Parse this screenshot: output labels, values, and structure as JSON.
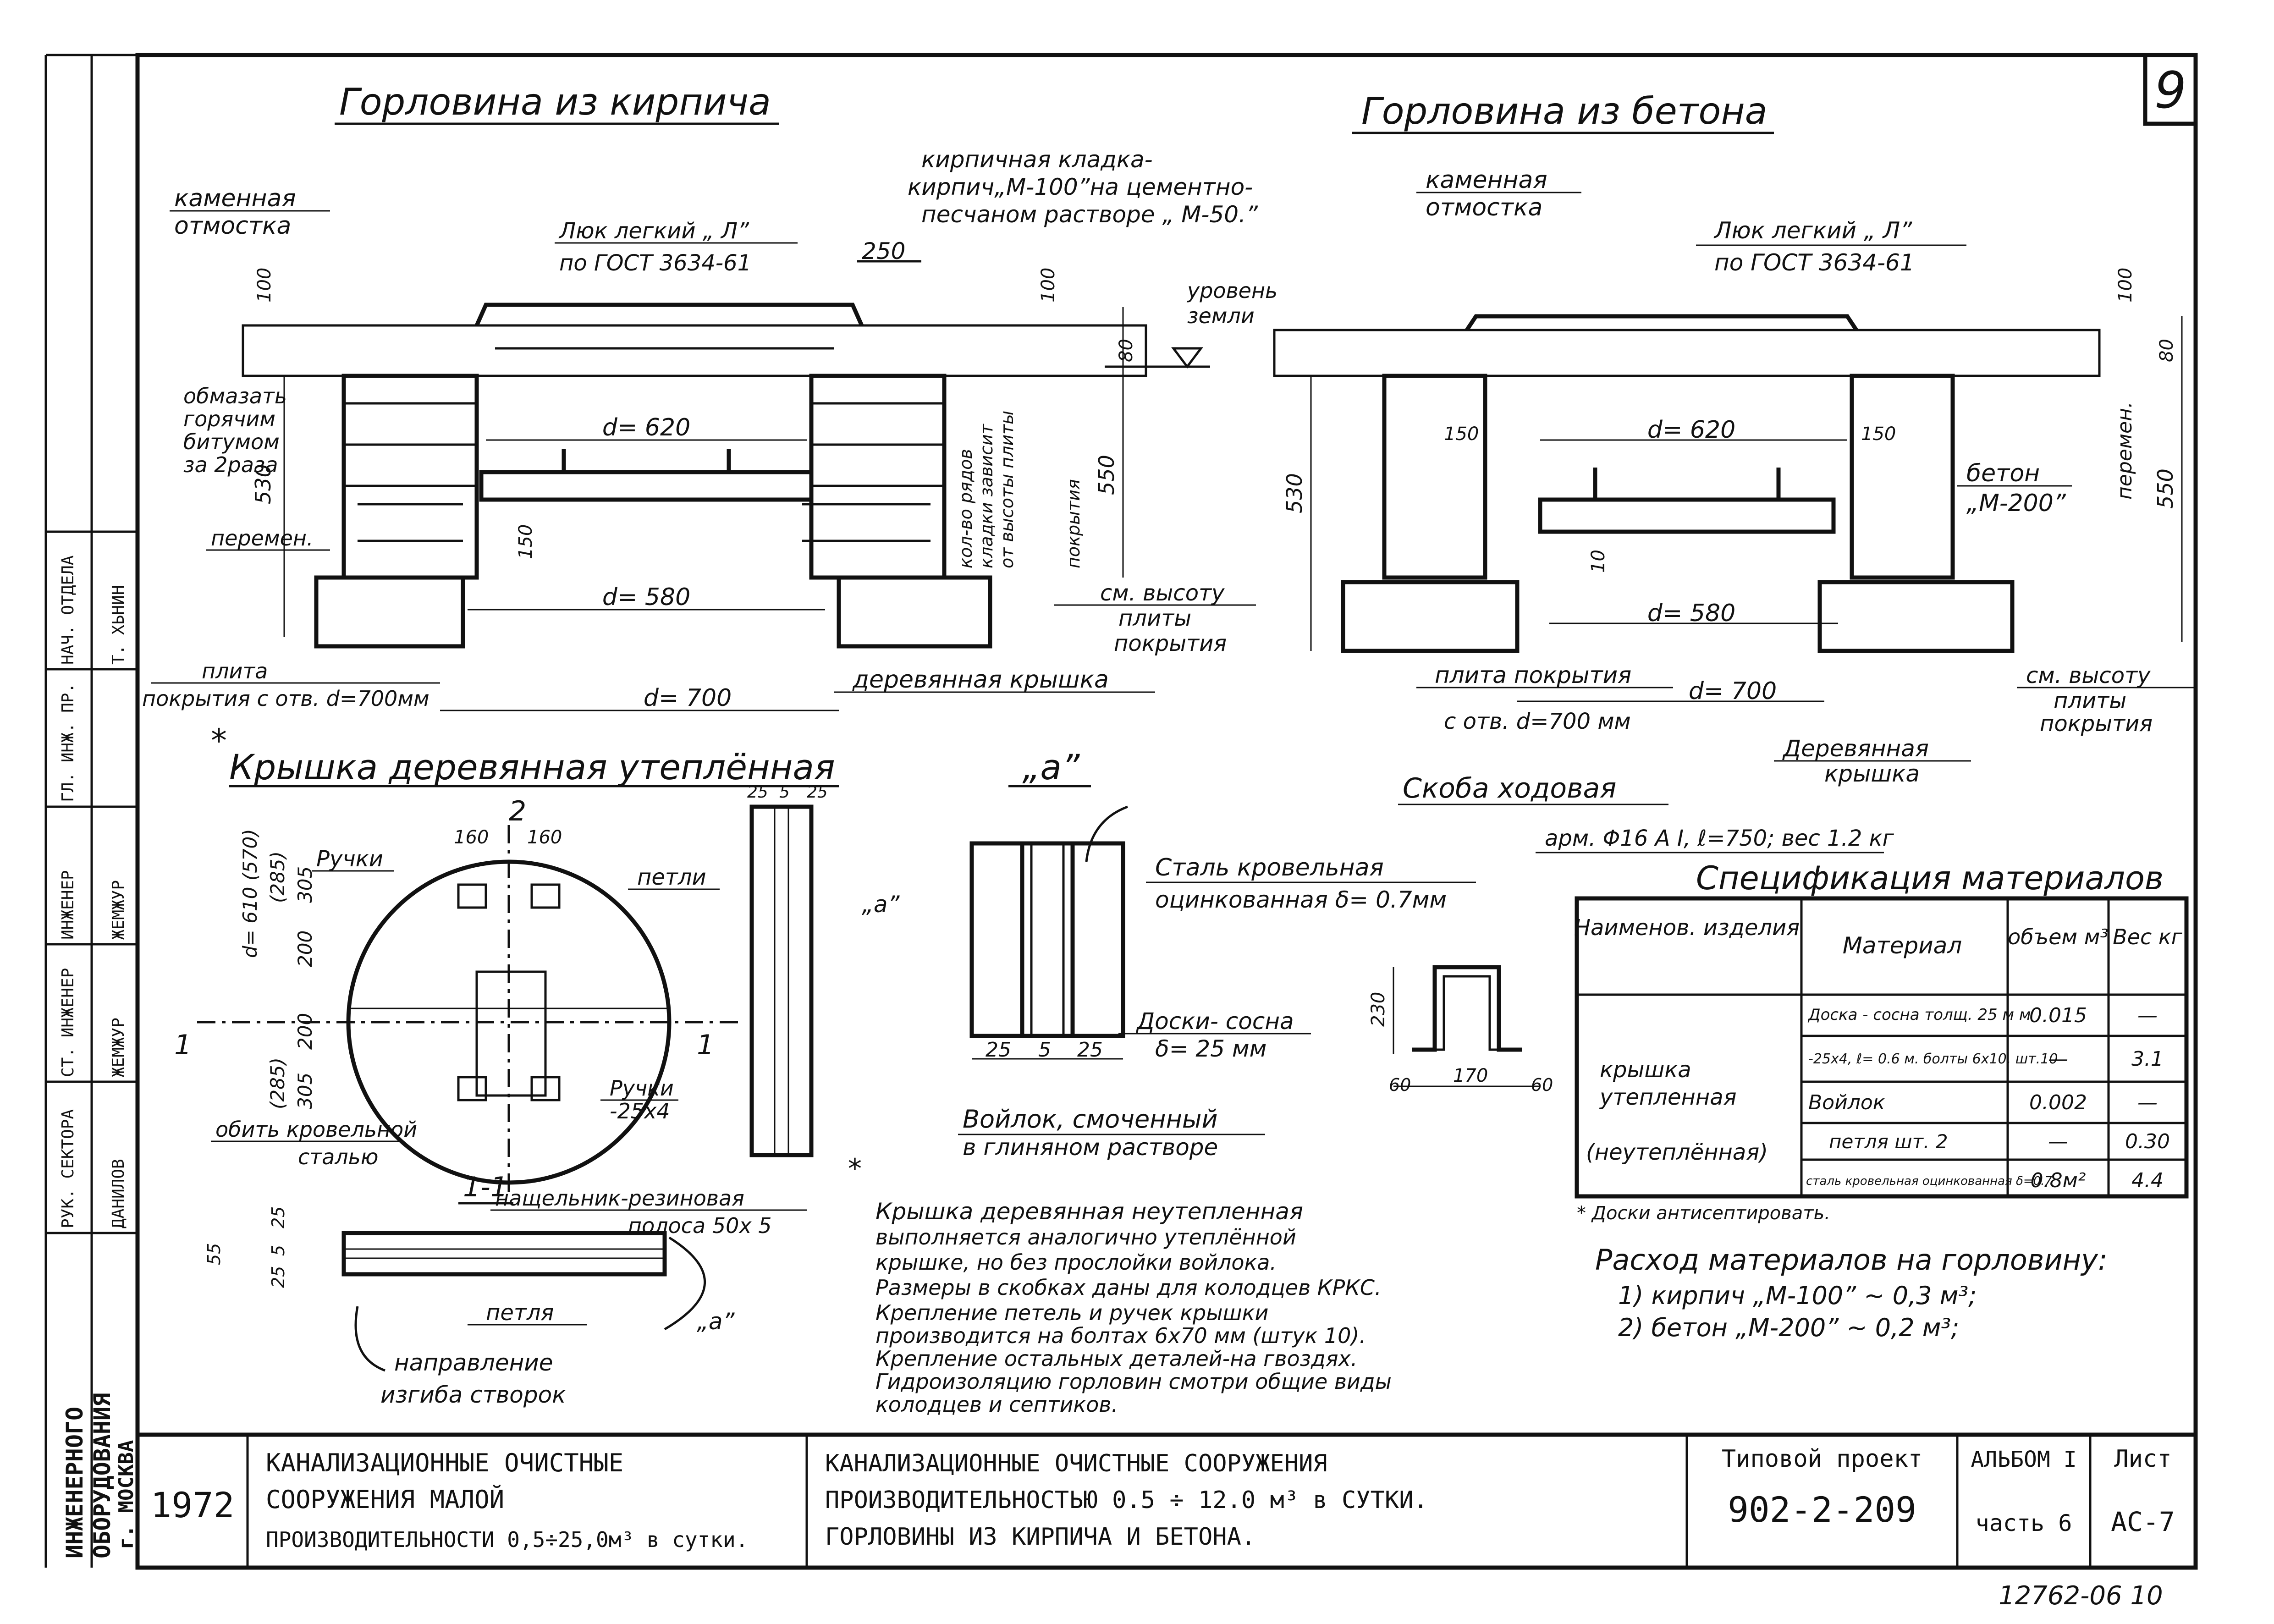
{
  "sheet_number": "9",
  "bottom_code": "12762-06   10",
  "brick": {
    "title": "Горловина из кирпича",
    "stone_pavement": [
      "каменная",
      "отмостка"
    ],
    "hatch_note": [
      "Люк легкий „ Л”",
      "по ГОСТ 3634-61"
    ],
    "masonry_note": [
      "кирпичная кладка-",
      "кирпич„М-100”на цементно-",
      "песчаном растворе „ М-50.”"
    ],
    "dim_250": "250",
    "ground_level": [
      "уровень",
      "земли"
    ],
    "dim_100_left": "100",
    "dim_100_right": "100",
    "dim_80": "80",
    "bitumen": [
      "обмазать",
      "горячим",
      "битумом",
      "за 2раза"
    ],
    "dim_620": "d= 620",
    "dim_580": "d= 580",
    "dim_700": "d= 700",
    "dim_530": "530",
    "dim_550": "550",
    "dim_150": "150",
    "variable": "перемен.",
    "rows_note": [
      "кол-во рядов",
      "кладки зависит",
      "от высоты плиты",
      "покрытия"
    ],
    "see_height": [
      "см. высоту",
      "плиты",
      "покрытия"
    ],
    "slab_note": [
      "плита",
      "покрытия с отв. d=700мм"
    ],
    "wooden_cover": "деревянная крышка"
  },
  "concrete": {
    "title": "Горловина из бетона",
    "stone_pavement": [
      "каменная",
      "отмостка"
    ],
    "hatch_note": [
      "Люк легкий „ Л”",
      "по ГОСТ 3634-61"
    ],
    "dim_620": "d= 620",
    "dim_580": "d= 580",
    "dim_700": "d= 700",
    "dim_150_left": "150",
    "dim_150_right": "150",
    "dim_530": "530",
    "dim_550": "550",
    "dim_100": "100",
    "dim_80": "80",
    "dim_10": "10",
    "variable": "перемен.",
    "concrete_note": [
      "бетон",
      "„М-200”"
    ],
    "slab_note": [
      "плита покрытия",
      "с отв. d=700 мм"
    ],
    "see_height": [
      "см. высоту",
      "плиты",
      "покрытия"
    ],
    "wooden_cover": [
      "Деревянная",
      "крышка"
    ]
  },
  "cover": {
    "asterisk": "*",
    "title": "Крышка деревянная утеплённая",
    "section_mark": "2",
    "section_11": "1",
    "handles": "Ручки",
    "loops": "петли",
    "dim_160a": "160",
    "dim_160b": "160",
    "dims_vertical": [
      "d= 610 (570)",
      "(285)",
      "305",
      "200",
      "200",
      "(285)",
      "305"
    ],
    "handles_2": [
      "Ручки",
      "-25x4"
    ],
    "roof_steel": [
      "обить кровельной",
      "сталью"
    ],
    "rubber_strip": [
      "нащельник-резиновая",
      "полоса 50x 5"
    ],
    "section_label": "1-1",
    "loop": "петля",
    "bending": [
      "направление",
      "изгиба створок"
    ],
    "sec_dims": [
      "55",
      "25",
      "5",
      "25"
    ],
    "side_dims": [
      "25",
      "5",
      "25"
    ],
    "detail_a": "„а”"
  },
  "detail_a": {
    "title": "„а”",
    "steel": [
      "Сталь кровельная",
      "оцинкованная δ= 0.7мм"
    ],
    "boards": [
      "Доски- сосна",
      "δ= 25 мм"
    ],
    "felt": [
      "Войлок, смоченный",
      "в глиняном растворе"
    ],
    "dims": [
      "25",
      "5",
      "25"
    ]
  },
  "bracket": {
    "title": "Скоба ходовая",
    "spec": "арм. Φ16 А I, ℓ=750; вес 1.2 кг",
    "dims": [
      "230",
      "60",
      "170",
      "60"
    ]
  },
  "spec": {
    "title": "Спецификация материалов",
    "headers": [
      "Наименов. изделия",
      "Материал",
      "объем м³",
      "Вес кг"
    ],
    "item_name": [
      "крышка",
      "утепленная",
      "(неутеплённая)"
    ],
    "rows": [
      {
        "material": "Доска - сосна толщ. 25 м м",
        "volume": "0.015",
        "weight": "—"
      },
      {
        "material": "-25x4, ℓ= 0.6 м. болты 6x10, шт.10",
        "volume": "—",
        "weight": "3.1"
      },
      {
        "material": "Войлок",
        "volume": "0.002",
        "weight": "—"
      },
      {
        "material": "петля шт. 2",
        "volume": "—",
        "weight": "0.30"
      },
      {
        "material": "сталь кровельная оцинкованная δ=0.7",
        "volume": "0.8м²",
        "weight": "4.4"
      }
    ],
    "footnote": "* Доски антисептировать."
  },
  "notes": [
    "Крышка деревянная неутепленная",
    "выполняется аналогично утеплённой",
    "крышке, но без прослойки войлока.",
    "Размеры в скобках даны для колодцев КРКС.",
    "Крепление петель и ручек крышки",
    "производится на болтах 6x70 мм (штук 10).",
    "Крепление остальных деталей-на гвоздях.",
    "Гидроизоляцию горловин смотри общие виды",
    "колодцев и септиков."
  ],
  "consumption": {
    "title": "Расход материалов на горловину:",
    "items": [
      "1) кирпич „М-100” ~ 0,3 м³;",
      "2) бетон „М-200” ~ 0,2 м³;"
    ]
  },
  "left_strip": {
    "org": [
      "ИНЖЕНЕРНОГО",
      "ОБОРУДОВАНИЯ",
      "г. МОСКВА"
    ],
    "roles": [
      "РУК. СЕКТОРА",
      "СТ. ИНЖЕНЕР",
      "ИНЖЕНЕР",
      "ГЛ. ИНЖ. ПР.",
      "НАЧ. ОТДЕЛА"
    ],
    "names": [
      "ДАНИЛОВ",
      "ЖЕМЖУР",
      "ЖЕМЖУР",
      "",
      "Т. ХЬНИН"
    ]
  },
  "title_block": {
    "year": "1972",
    "left_title": [
      "КАНАЛИЗАЦИОННЫЕ ОЧИСТНЫЕ",
      "СООРУЖЕНИЯ МАЛОЙ",
      "ПРОИЗВОДИТЕЛЬНОСТИ 0,5÷25,0м³ в сутки."
    ],
    "main_title": [
      "КАНАЛИЗАЦИОННЫЕ ОЧИСТНЫЕ СООРУЖЕНИЯ",
      "ПРОИЗВОДИТЕЛЬНОСТЬЮ 0.5 ÷ 12.0 м³ в СУТКИ.",
      "ГОРЛОВИНЫ ИЗ КИРПИЧА И БЕТОНА."
    ],
    "project_label": "Типовой проект",
    "project_number": "902-2-209",
    "album": "АЛЬБОМ I",
    "part": "часть 6",
    "sheet_label": "Лист",
    "sheet_code": "АС-7"
  }
}
